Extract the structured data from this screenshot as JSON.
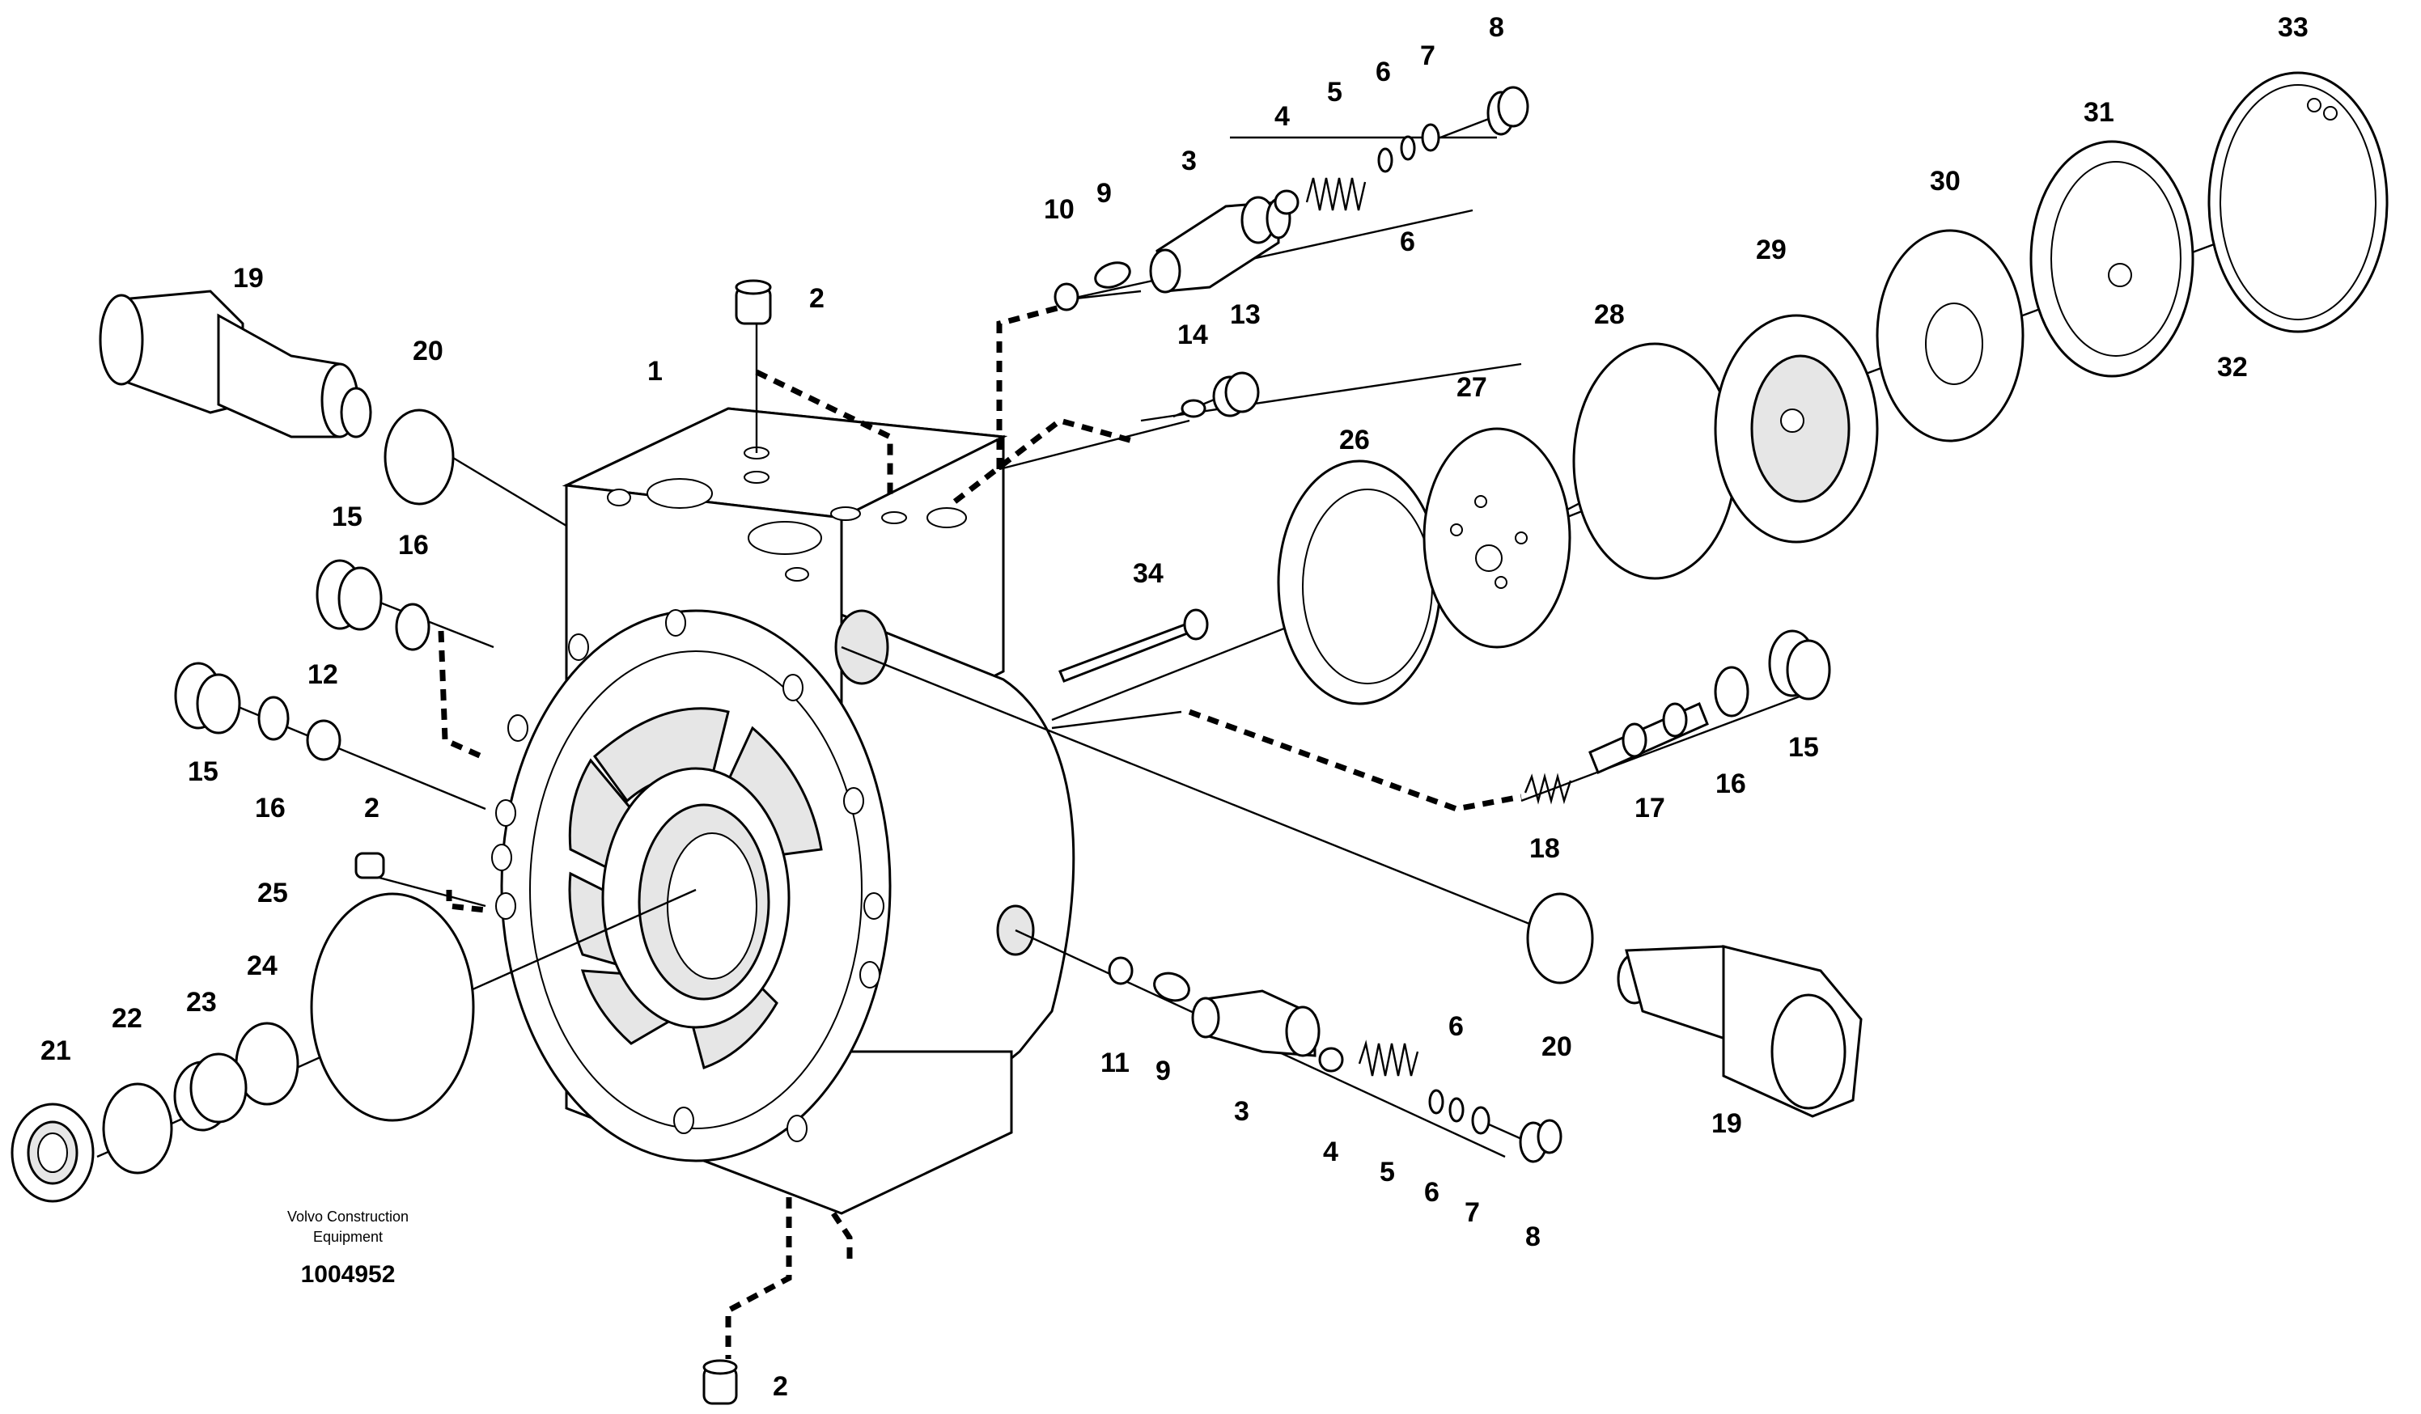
{
  "caption": {
    "line1": "Volvo Construction",
    "line2": "Equipment",
    "number": "1004952"
  },
  "callouts": {
    "c1": "1",
    "c2_top": "2",
    "c2_left": "2",
    "c2_bottom": "2",
    "c3_top": "3",
    "c3_bottom": "3",
    "c4_top": "4",
    "c4_bottom": "4",
    "c5_top": "5",
    "c5_bottom": "5",
    "c6_top_a": "6",
    "c6_top_b": "6",
    "c6_bottom_a": "6",
    "c6_bottom_b": "6",
    "c7_top": "7",
    "c7_bottom": "7",
    "c8_top": "8",
    "c8_bottom": "8",
    "c9_top": "9",
    "c9_bottom": "9",
    "c10": "10",
    "c11": "11",
    "c12": "12",
    "c13": "13",
    "c14": "14",
    "c15_upper": "15",
    "c15_left": "15",
    "c15_right": "15",
    "c16_upper": "16",
    "c16_left": "16",
    "c16_right": "16",
    "c17": "17",
    "c18": "18",
    "c19_top": "19",
    "c19_bottom": "19",
    "c20_top": "20",
    "c20_bottom": "20",
    "c21": "21",
    "c22": "22",
    "c23": "23",
    "c24": "24",
    "c25": "25",
    "c26": "26",
    "c27": "27",
    "c28": "28",
    "c29": "29",
    "c30": "30",
    "c31": "31",
    "c32": "32",
    "c33": "33",
    "c34": "34"
  }
}
